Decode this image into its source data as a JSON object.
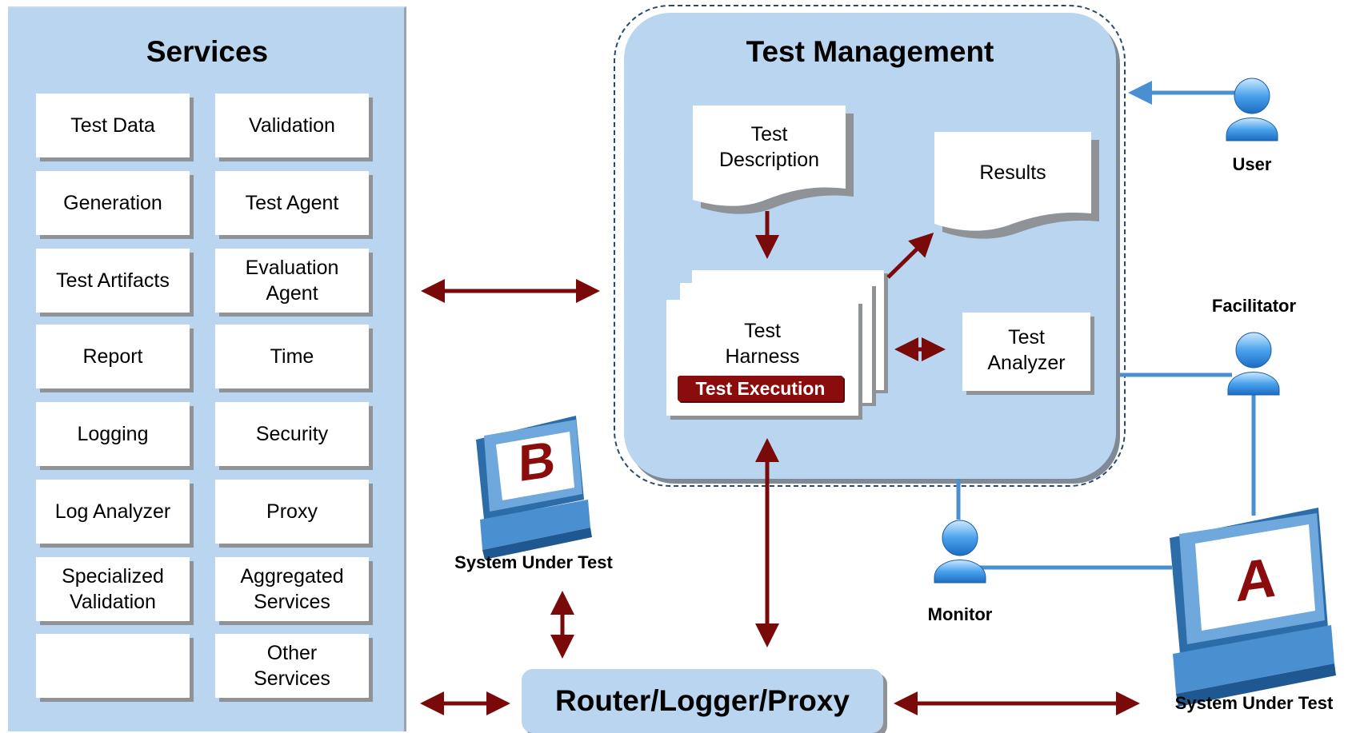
{
  "services": {
    "title": "Services",
    "items": [
      "Test Data",
      "Validation",
      "Generation",
      "Test Agent",
      "Test Artifacts",
      "Evaluation\nAgent",
      "Report",
      "Time",
      "Logging",
      "Security",
      "Log Analyzer",
      "Proxy",
      "Specialized\nValidation",
      "Aggregated\nServices",
      "",
      "Other\nServices"
    ]
  },
  "test_management": {
    "title": "Test Management",
    "test_description": "Test\nDescription",
    "results": "Results",
    "test_harness": "Test\nHarness",
    "test_execution": "Test Execution",
    "test_analyzer": "Test\nAnalyzer"
  },
  "actors": {
    "user": "User",
    "facilitator": "Facilitator",
    "monitor": "Monitor"
  },
  "systems": {
    "sut_b_letter": "B",
    "sut_b_label": "System Under Test",
    "sut_a_letter": "A",
    "sut_a_label": "System Under Test"
  },
  "router": {
    "label": "Router/Logger/Proxy"
  },
  "colors": {
    "panel": "#b9d5ef",
    "arrow": "#7a0a0a",
    "link": "#4a8fd0",
    "execution": "#8b0c0c"
  }
}
